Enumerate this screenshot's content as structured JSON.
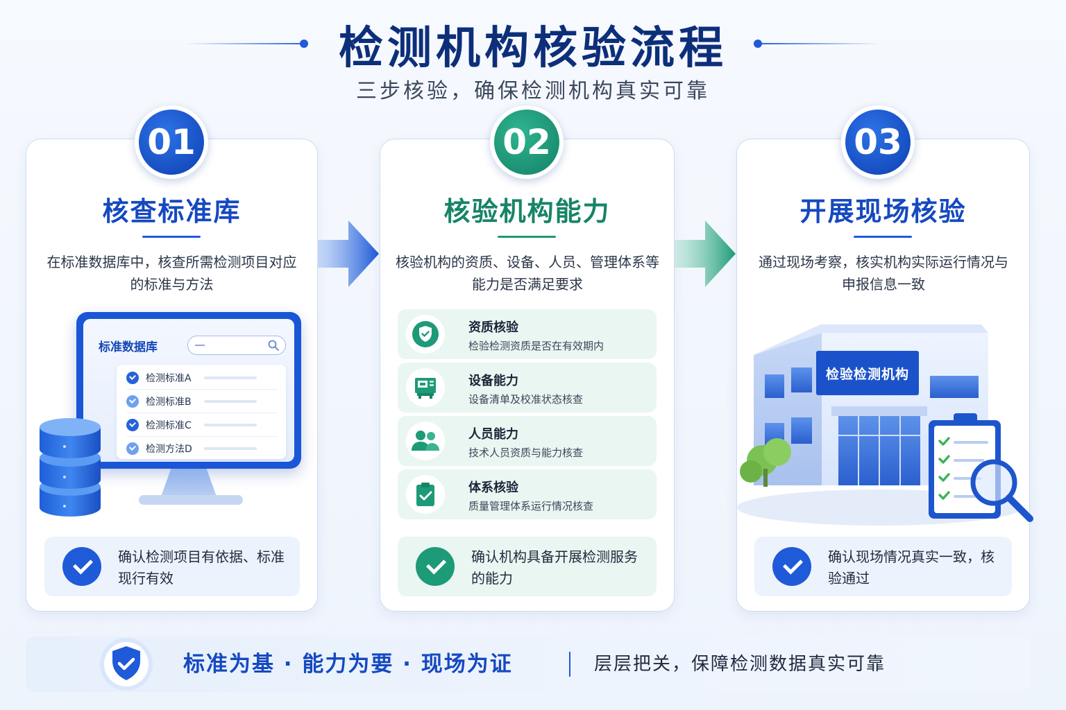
{
  "header": {
    "title": "检测机构核验流程",
    "subtitle": "三步核验，确保检测机构真实可靠"
  },
  "steps": [
    {
      "number": "01",
      "title": "核查标准库",
      "description": "在标准数据库中，核查所需检测项目对应的标准与方法",
      "result": "确认检测项目有依据、标准现行有效",
      "accent": "#1549c0"
    },
    {
      "number": "02",
      "title": "核验机构能力",
      "description": "核验机构的资质、设备、人员、管理体系等能力是否满足要求",
      "result": "确认机构具备开展检测服务的能力",
      "accent": "#168466"
    },
    {
      "number": "03",
      "title": "开展现场核验",
      "description": "通过现场考察，核实机构实际运行情况与申报信息一致",
      "result": "确认现场情况真实一致，核验通过",
      "accent": "#1549c0"
    }
  ],
  "database": {
    "title": "标准数据库",
    "items": [
      "检测标准A",
      "检测标准B",
      "检测标准C",
      "检测方法D"
    ]
  },
  "capabilities": [
    {
      "title": "资质核验",
      "subtitle": "检验检测资质是否在有效期内",
      "icon": "shield-check-icon"
    },
    {
      "title": "设备能力",
      "subtitle": "设备清单及校准状态核查",
      "icon": "equipment-icon"
    },
    {
      "title": "人员能力",
      "subtitle": "技术人员资质与能力核查",
      "icon": "people-icon"
    },
    {
      "title": "体系核验",
      "subtitle": "质量管理体系运行情况核查",
      "icon": "clipboard-check-icon"
    }
  ],
  "building": {
    "sign": "检验检测机构"
  },
  "footer": {
    "slogan": "标准为基 · 能力为要 · 现场为证",
    "note": "层层把关，保障检测数据真实可靠"
  },
  "colors": {
    "primary_blue": "#1f5ad8",
    "primary_green": "#1d9a77",
    "title_navy": "#0d2f7a"
  }
}
